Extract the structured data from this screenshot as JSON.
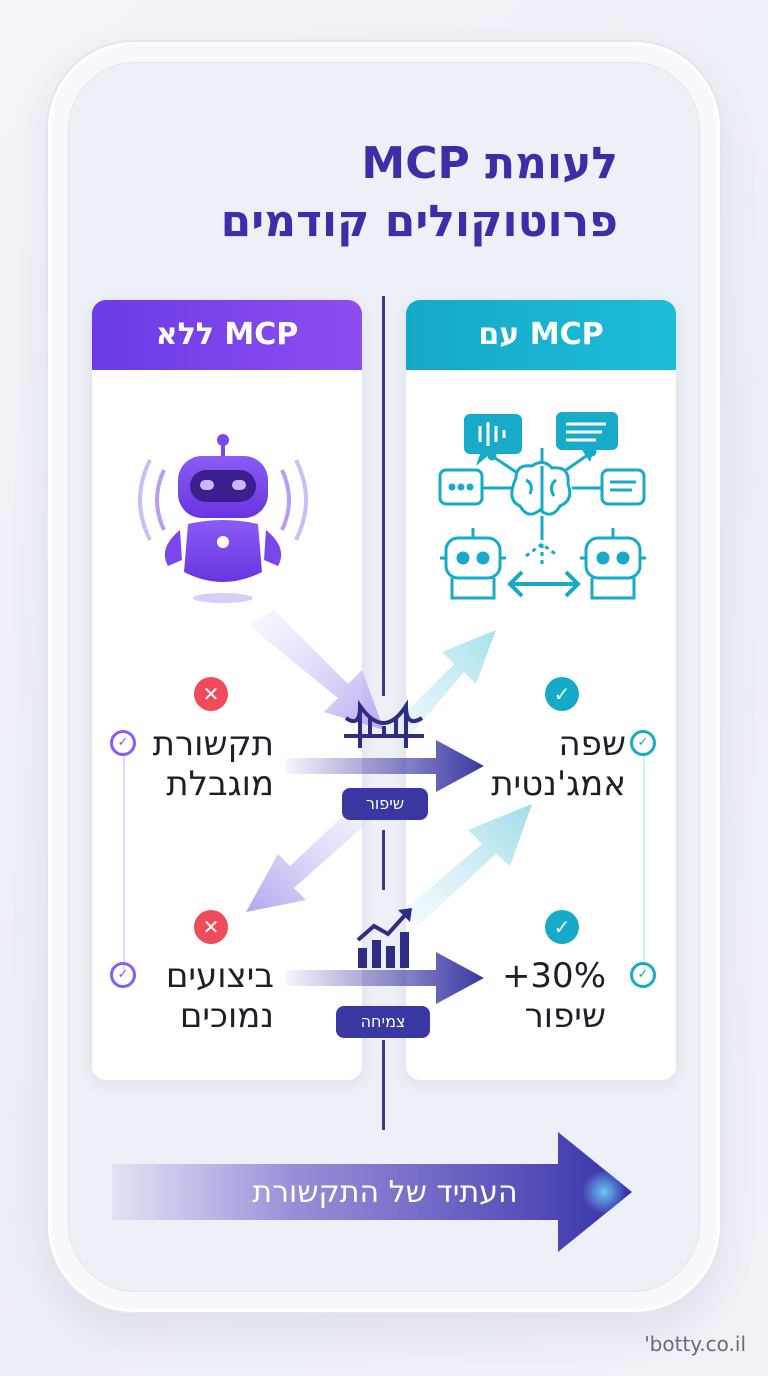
{
  "title": {
    "line1": "MCP לעומת",
    "line2": "פרוטוקולים קודמים"
  },
  "left_card": {
    "header": "ללא MCP",
    "item1": [
      "תקשורת",
      "מוגבלת"
    ],
    "item2": [
      "ביצועים",
      "נמוכים"
    ]
  },
  "right_card": {
    "header": "עם MCP",
    "item1": [
      "שפה",
      "אמג'נטית"
    ],
    "item2": [
      "+30%",
      "שיפור"
    ]
  },
  "pills": {
    "improvement": "שיפור",
    "growth": "צמיחה"
  },
  "bottom_arrow_text": "העתיד של התקשורת",
  "footer": "'botty.co.il",
  "colors": {
    "purple": "#6a3be6",
    "teal": "#15a9c8",
    "navy": "#3a37a3",
    "title": "#3a2fa8",
    "error": "#ef4b5b"
  },
  "icons": [
    "robot-icon",
    "robot-network-icon",
    "bridge-icon",
    "growth-chart-icon",
    "x-icon",
    "check-icon"
  ]
}
